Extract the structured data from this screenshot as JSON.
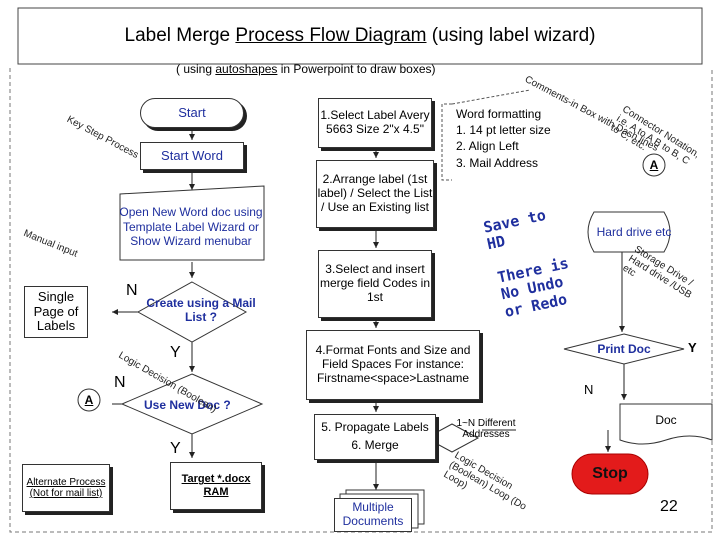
{
  "title": {
    "prefix": "Label Merge ",
    "underlined": "Process Flow Diagram",
    "suffix": " (using label wizard)"
  },
  "subtitle": {
    "prefix": "( using ",
    "underlined": "autoshapes",
    "suffix": " in Powerpoint to draw boxes)"
  },
  "nodes": {
    "start": "Start",
    "start_word": "Start Word",
    "open_doc": "Open New Word doc using Template Label Wizard or Show Wizard menubar",
    "single_page": "Single Page of Labels",
    "create_mail_list": "Create using a Mail List ?",
    "use_new_doc": "Use New Doc ?",
    "alternate_process": "Alternate Process (Not for mail list)",
    "target_docx": "Target *.docx RAM",
    "select_label": "1.Select Label Avery 5663 Size 2\"x 4.5\"",
    "arrange_label": "2.Arrange label (1st label) / Select the List / Use an Existing list",
    "select_insert": "3.Select and insert merge field Codes in 1st",
    "format_fonts": "4.Format Fonts and Size and Field Spaces For instance: Firstname<space>Lastname",
    "propagate": "5. Propagate Labels",
    "merge": "6. Merge",
    "multiple_docs": "Multiple Documents",
    "print_doc": "Print Doc",
    "doc": "Doc",
    "stop": "Stop",
    "hard_drive": "Hard drive etc"
  },
  "word_formatting": {
    "title": "Word formatting",
    "items": [
      "1.  14 pt letter size",
      "2.  Align Left",
      "3.  Mail Address"
    ]
  },
  "save_text": {
    "line1": "Save to",
    "line2": "HD",
    "line3": "There is",
    "line4": "No Undo",
    "line5": "or Redo"
  },
  "labels": {
    "n1": "N",
    "y1": "Y",
    "n2": "N",
    "y2": "Y",
    "connector_a1": "A",
    "connector_a2": "A",
    "y_print": "Y",
    "n_print": "N",
    "one_n": "1~N Different Addresses"
  },
  "annotations": {
    "key_step": "Key Step Process",
    "manual_input": "Manual input",
    "logic_decision": "Logic Decision (Boolean)",
    "comments": "Comments-in Box with Dash lines",
    "connector": "Connector Notation, i.e. A to A B to B, C to C, etc.",
    "storage": "Storage Drive / Hard drive /USB etc",
    "logic_loop": "Logic Decision (Boolean) Loop (Do Loop)"
  },
  "page_number": "22",
  "colors": {
    "text_blue": "#1f2f9e",
    "stop_red": "#e31b1b",
    "border": "#333333"
  }
}
